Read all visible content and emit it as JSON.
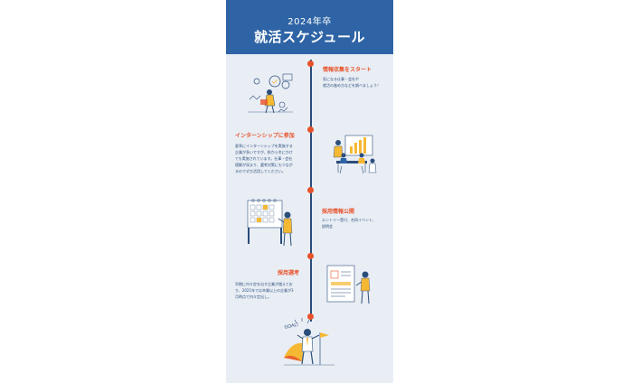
{
  "header": {
    "year": "2024年卒",
    "title": "就活スケジュール"
  },
  "sections": [
    {
      "title": "情報収集をスタート",
      "body": "気になる仕事・会社や\n就活の進め方などを調べましょう！"
    },
    {
      "title": "インターンシップに参加",
      "body": "夏季にインターンシップを実施する\n企業が多いですが、秋から冬にかけ\nても実施されています。仕事・会社\n理解が深まり、選考対策にもつなが\nるのでぜひ活用してください。"
    },
    {
      "title": "採用情報公開",
      "body": "エントリー受付、合同イベント、\n説明会"
    },
    {
      "title": "採用選考",
      "body": "早期に内々定を出す企業が増えてお\nり、2021年では卒業以上の企業が3\n月時点で内々定出し。"
    }
  ],
  "goal": {
    "label": "GOAL!"
  },
  "colors": {
    "header": "#2e64a5",
    "accent": "#e8522a",
    "navy": "#2b4d7a",
    "background": "#e9eef5",
    "yellow": "#f5b833"
  }
}
